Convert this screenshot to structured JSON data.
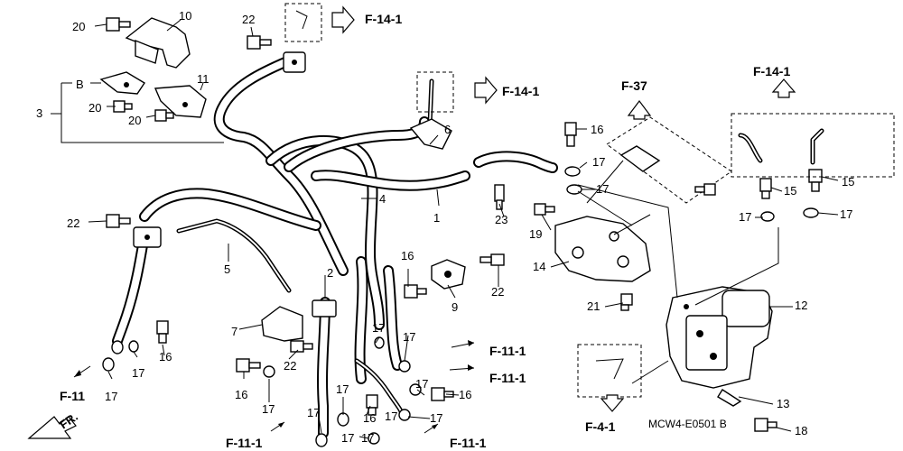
{
  "diagram": {
    "drawing_code": "MCW4-E0501 B",
    "direction_label": "FR.",
    "callouts": {
      "n1": "1",
      "n2": "2",
      "n3": "3",
      "n4": "4",
      "n5": "5",
      "n6": "6",
      "n7": "7",
      "n9": "9",
      "n10": "10",
      "n11": "11",
      "n12": "12",
      "n13": "13",
      "n14": "14",
      "n15a": "15",
      "n15b": "15",
      "n16a": "16",
      "n16b": "16",
      "n16c": "16",
      "n16d": "16",
      "n16e": "16",
      "n16f": "16",
      "n17a": "17",
      "n17b": "17",
      "n17c": "17",
      "n17d": "17",
      "n17e": "17",
      "n17f": "17",
      "n17g": "17",
      "n17h": "17",
      "n17i": "17",
      "n17j": "17",
      "n17k": "17",
      "n17l": "17",
      "n17m": "17",
      "n17n": "17",
      "n17o": "17",
      "n17p": "17",
      "n18": "18",
      "n19": "19",
      "n20a": "20",
      "n20b": "20",
      "n20c": "20",
      "n21": "21",
      "n22a": "22",
      "n22b": "22",
      "n22c": "22",
      "n22d": "22",
      "n23": "23",
      "nB": "B"
    },
    "references": {
      "r_f141_top": "F-14-1",
      "r_f141_mid": "F-14-1",
      "r_f141_right": "F-14-1",
      "r_f37": "F-37",
      "r_f11": "F-11",
      "r_f111_a": "F-11-1",
      "r_f111_b": "F-11-1",
      "r_f111_c": "F-11-1",
      "r_f111_d": "F-11-1",
      "r_f41": "F-4-1"
    }
  }
}
